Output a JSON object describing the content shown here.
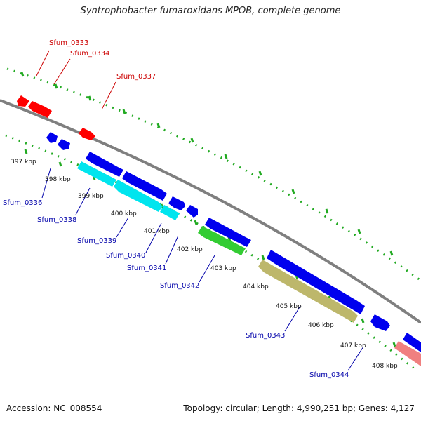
{
  "title": "Syntrophobacter fumaroxidans MPOB, complete genome",
  "footer": {
    "accession": "Accession: NC_008554",
    "summary": "Topology: circular; Length: 4,990,251 bp; Genes: 4,127"
  },
  "colors": {
    "backbone": "#7f7f7f",
    "ticks": "#22aa22",
    "top_label": "#cc0000",
    "bottom_label": "#0000aa",
    "red_gene": "#ff0000",
    "blue_gene": "#0000ee",
    "cyan_gene": "#00e5ee",
    "green_gene": "#33cc33",
    "khaki_gene": "#bdb76b",
    "pink_gene": "#f08080"
  },
  "kbp_labels": [
    "397 kbp",
    "398 kbp",
    "399 kbp",
    "400 kbp",
    "401 kbp",
    "402 kbp",
    "403 kbp",
    "404 kbp",
    "405 kbp",
    "406 kbp",
    "407 kbp",
    "408 kbp"
  ],
  "top_gene_labels": [
    "Sfum_0333",
    "Sfum_0334",
    "Sfum_0337"
  ],
  "bottom_gene_labels": [
    "Sfum_0336",
    "Sfum_0338",
    "Sfum_0339",
    "Sfum_0340",
    "Sfum_0341",
    "Sfum_0342",
    "Sfum_0343",
    "Sfum_0344"
  ]
}
